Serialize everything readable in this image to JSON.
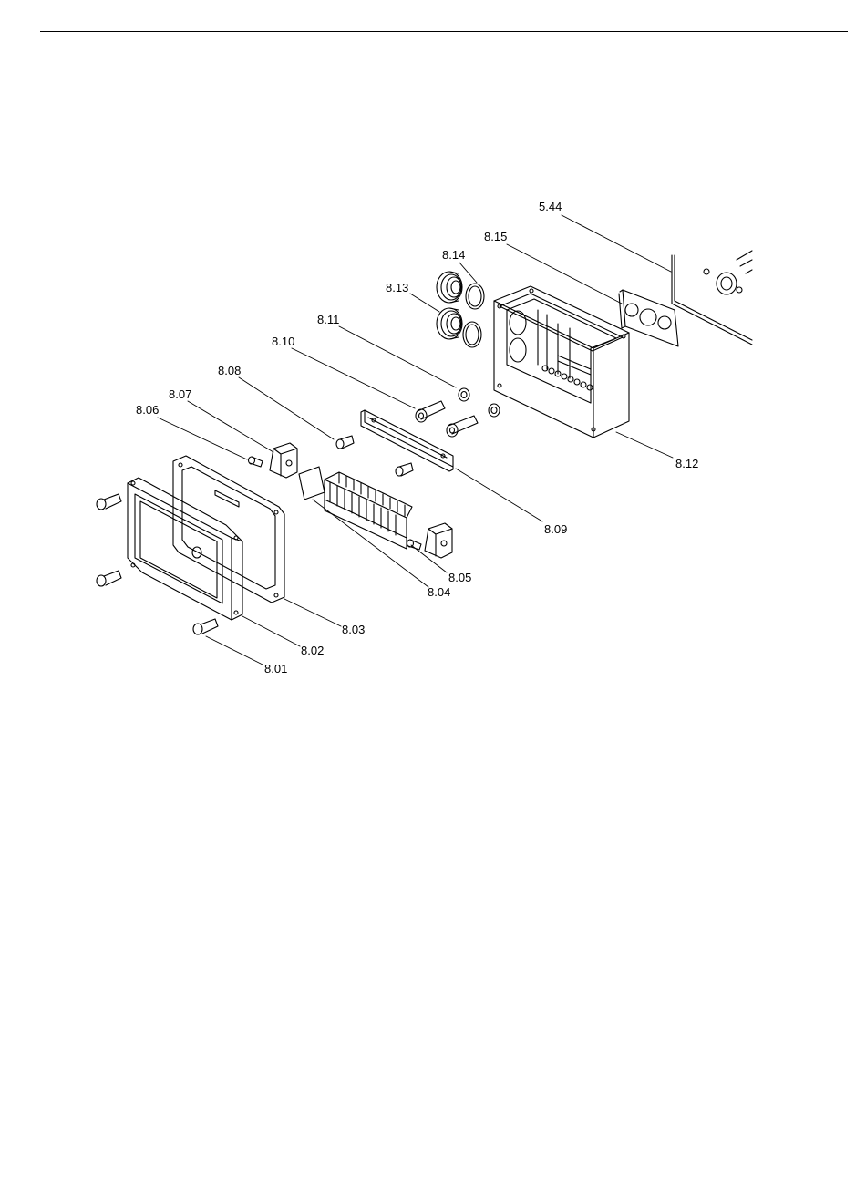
{
  "part_labels": {
    "p544": "5.44",
    "p815": "8.15",
    "p814": "8.14",
    "p813": "8.13",
    "p811": "8.11",
    "p810": "8.10",
    "p808": "8.08",
    "p807": "8.07",
    "p806": "8.06",
    "p812": "8.12",
    "p809": "8.09",
    "p805": "8.05",
    "p804": "8.04",
    "p803": "8.03",
    "p802": "8.02",
    "p801": "8.01"
  }
}
